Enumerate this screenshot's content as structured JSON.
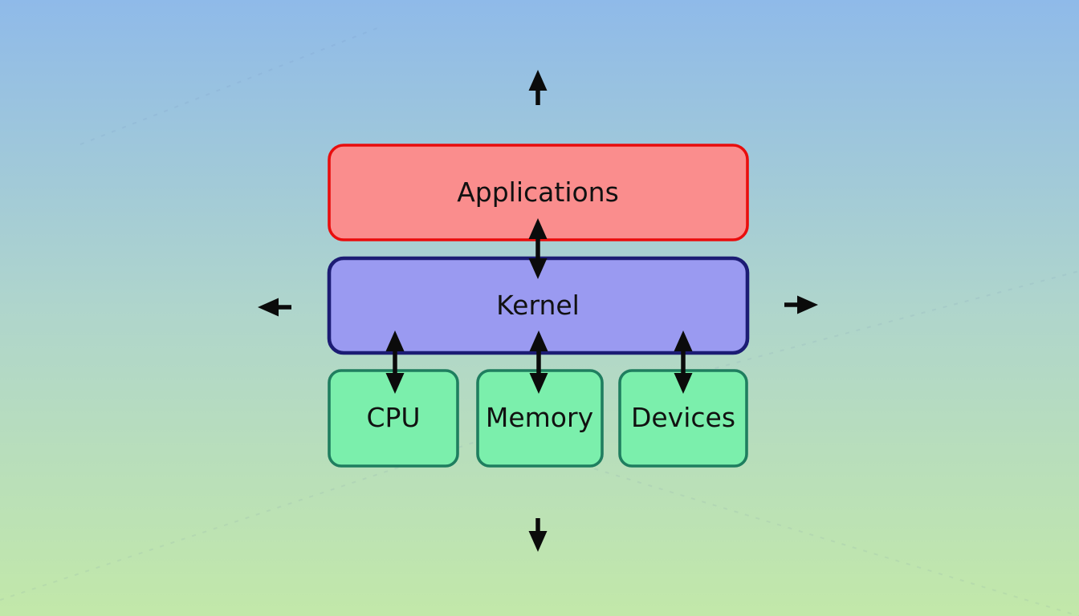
{
  "diagram": {
    "type": "block-diagram",
    "nodes": {
      "applications": {
        "label": "Applications"
      },
      "kernel": {
        "label": "Kernel"
      },
      "cpu": {
        "label": "CPU"
      },
      "memory": {
        "label": "Memory"
      },
      "devices": {
        "label": "Devices"
      }
    },
    "connections": [
      {
        "from": "applications",
        "to": "kernel",
        "style": "bidirectional-arrow"
      },
      {
        "from": "kernel",
        "to": "cpu",
        "style": "bidirectional-arrow"
      },
      {
        "from": "kernel",
        "to": "memory",
        "style": "bidirectional-arrow"
      },
      {
        "from": "kernel",
        "to": "devices",
        "style": "bidirectional-arrow"
      }
    ],
    "outward_arrows": [
      "up",
      "left",
      "right",
      "down"
    ],
    "colors": {
      "bg_top": "#8FBAE9",
      "bg_middle": "#AFD5CC",
      "bg_bottom": "#C2E8A9",
      "applications_fill": "#FA8D8D",
      "applications_border": "#E90D0D",
      "kernel_fill": "#9A9AF1",
      "kernel_border": "#1C1C74",
      "hardware_fill": "#7BEFAC",
      "hardware_border": "#1F7E5F",
      "arrow": "#0B0B0B",
      "text": "#111111"
    }
  }
}
